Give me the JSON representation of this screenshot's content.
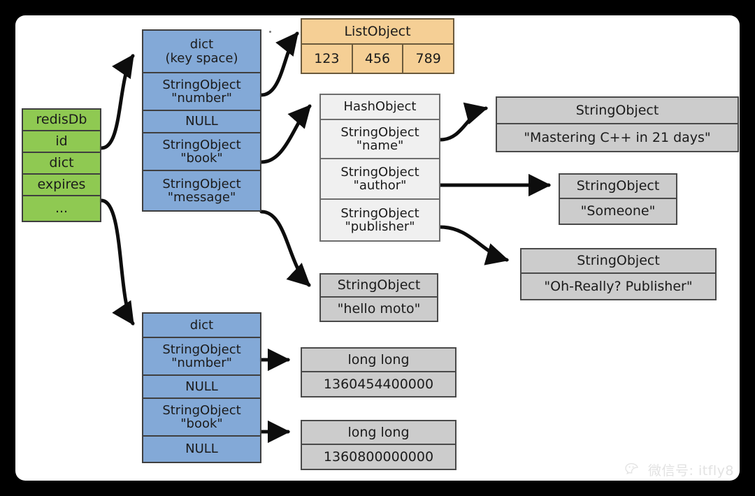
{
  "diagram": {
    "title": "Redis database key space object reference diagram",
    "background_color": "#000000",
    "panel_color": "#ffffff",
    "colors": {
      "redis_db": "#8fc952",
      "dict": "#83a9d7",
      "list_object": "#f5cf95",
      "hash_object": "#f0f0f0",
      "string_object": "#cccccc",
      "stroke": "#3f3f3f"
    }
  },
  "nodes": {
    "redis_db": {
      "name": "redisDb",
      "rows": [
        "redisDb",
        "id",
        "dict",
        "expires",
        "..."
      ]
    },
    "key_space": {
      "rows": [
        "dict\n(key space)",
        "StringObject\n\"number\"",
        "NULL",
        "StringObject\n\"book\"",
        "StringObject\n\"message\""
      ]
    },
    "list_object": {
      "header": "ListObject",
      "cells": [
        "123",
        "456",
        "789"
      ]
    },
    "hash_object": {
      "rows": [
        "HashObject",
        "StringObject\n\"name\"",
        "StringObject\n\"author\"",
        "StringObject\n\"publisher\""
      ]
    },
    "string_mastering": {
      "header": "StringObject",
      "value": "\"Mastering C++ in 21 days\""
    },
    "string_someone": {
      "header": "StringObject",
      "value": "\"Someone\""
    },
    "string_publisher": {
      "header": "StringObject",
      "value": "\"Oh-Really? Publisher\""
    },
    "string_hello_moto": {
      "header": "StringObject",
      "value": "\"hello moto\""
    },
    "expires_dict": {
      "rows": [
        "dict",
        "StringObject\n\"number\"",
        "NULL",
        "StringObject\n\"book\"",
        "NULL"
      ]
    },
    "long_long_number": {
      "header": "long long",
      "value": "1360454400000"
    },
    "long_long_book": {
      "header": "long long",
      "value": "1360800000000"
    }
  },
  "watermark": {
    "icon": "wechat-icon",
    "text": "微信号: itfly8"
  }
}
